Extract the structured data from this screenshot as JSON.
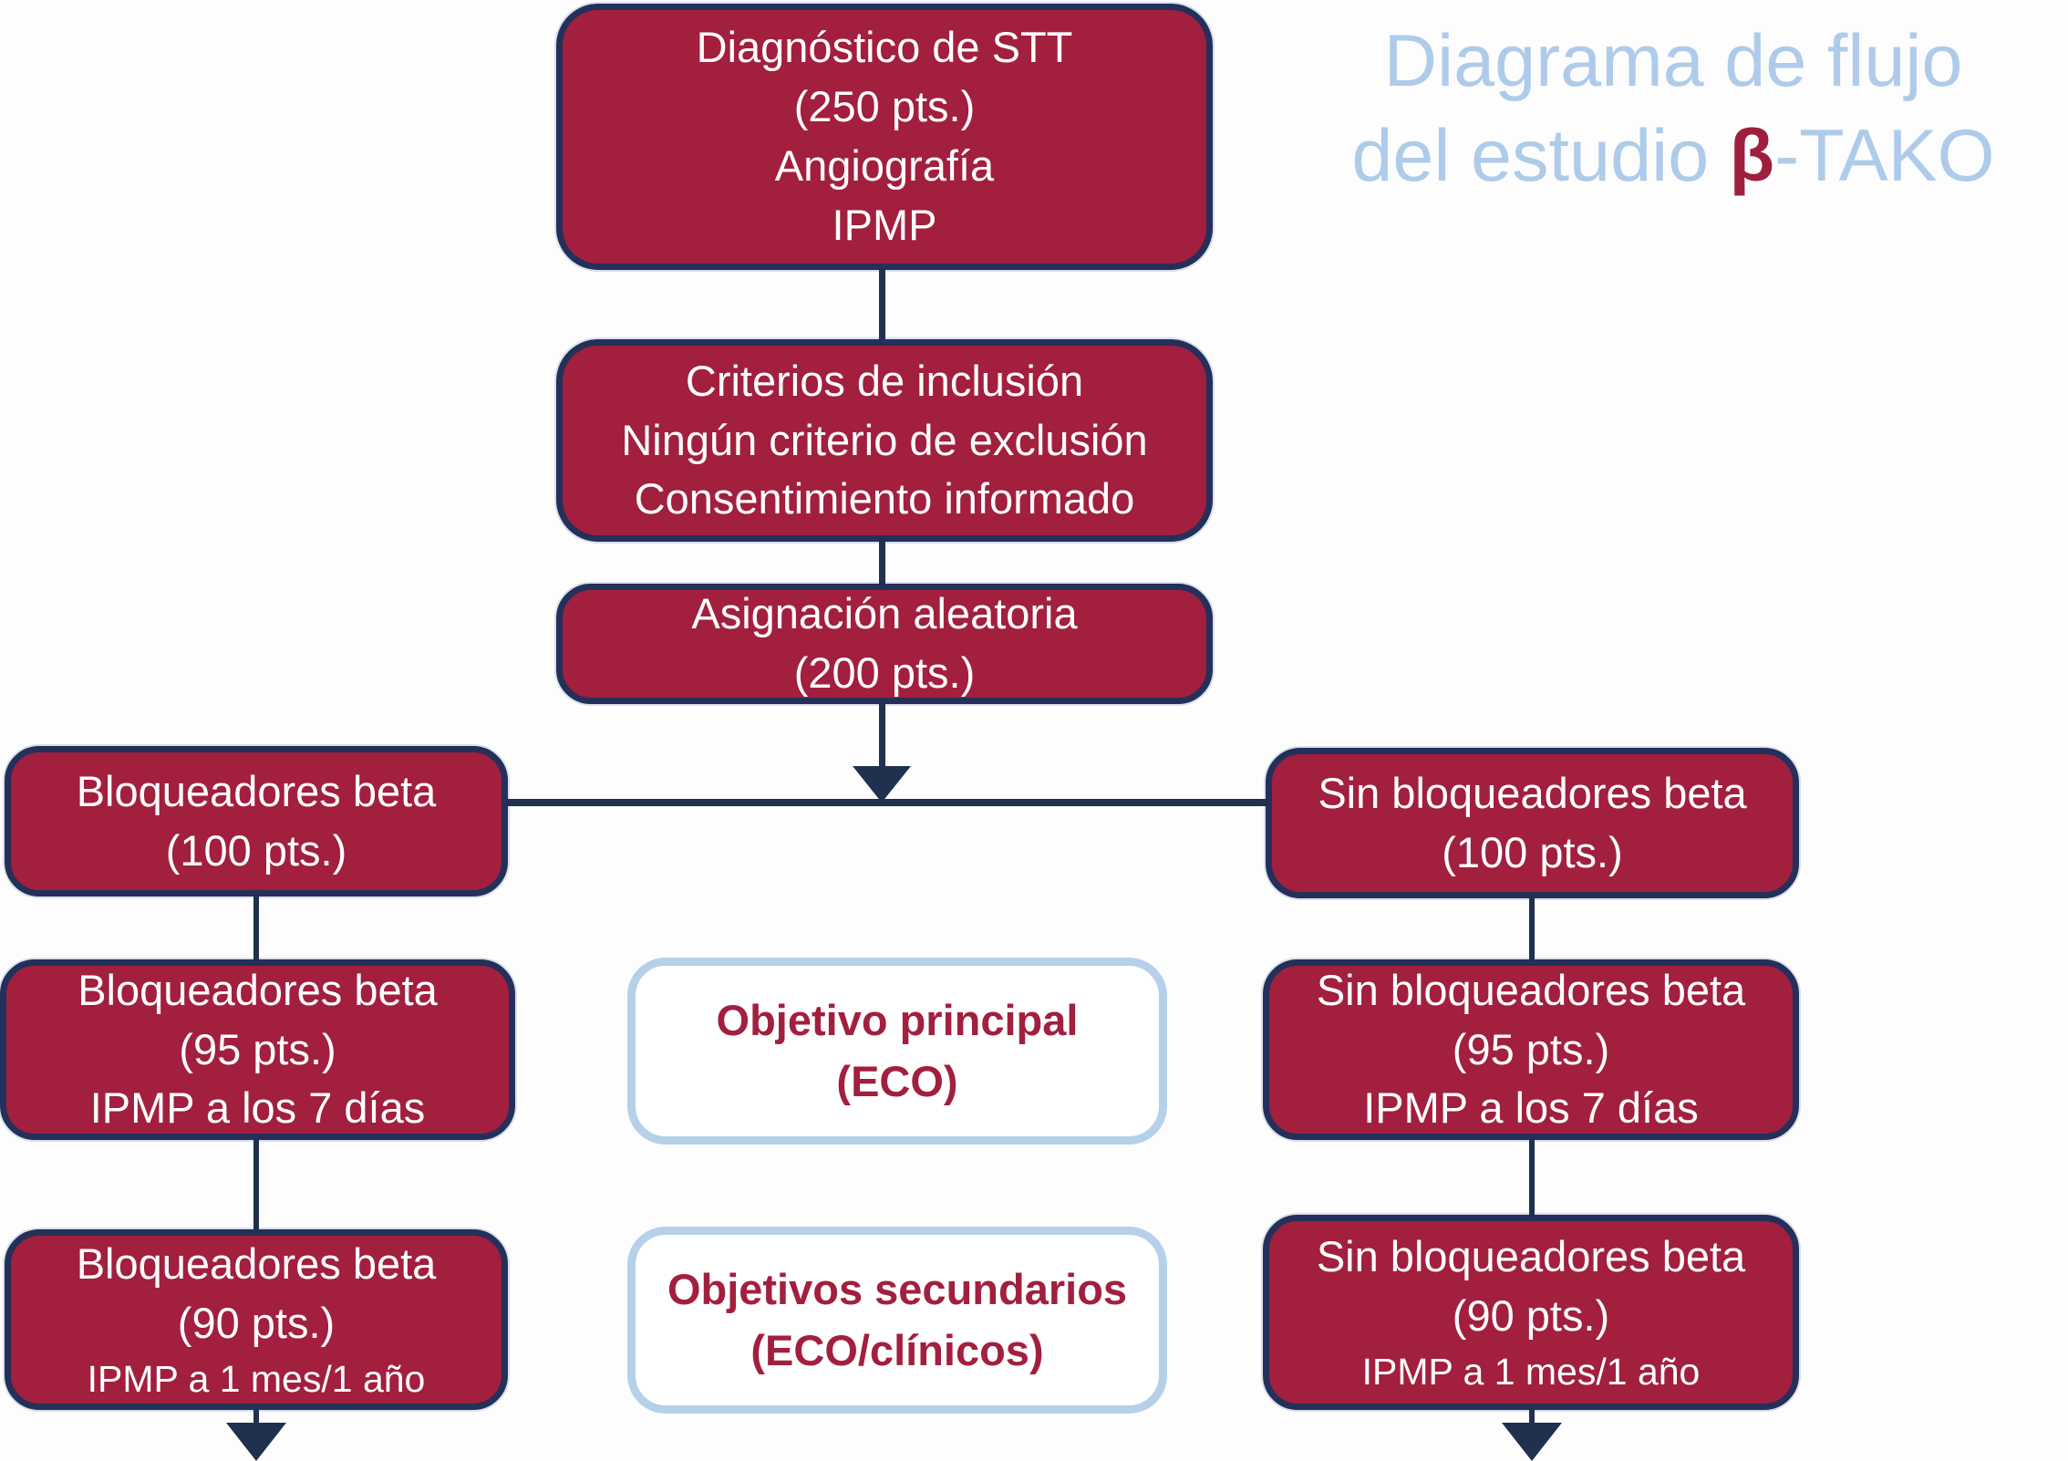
{
  "title": {
    "line1": "Diagrama de flujo",
    "line2_prefix": "del estudio ",
    "beta": "β",
    "line2_suffix": "-TAKO"
  },
  "flow": {
    "top": {
      "lines": [
        "Diagnóstico de STT",
        "(250 pts.)",
        "Angiografía",
        "IPMP"
      ]
    },
    "criteria": {
      "lines": [
        "Criterios de inclusión",
        "Ningún criterio de exclusión",
        "Consentimiento informado"
      ]
    },
    "randomization": {
      "lines": [
        "Asignación aleatoria",
        "(200 pts.)"
      ]
    },
    "left_arm": [
      {
        "lines": [
          "Bloqueadores beta",
          "(100 pts.)"
        ]
      },
      {
        "lines": [
          "Bloqueadores beta",
          "(95 pts.)",
          "IPMP a los 7 días"
        ]
      },
      {
        "lines": [
          "Bloqueadores beta",
          "(90 pts.)",
          "IPMP a 1 mes/1 año"
        ]
      }
    ],
    "right_arm": [
      {
        "lines": [
          "Sin bloqueadores beta",
          "(100 pts.)"
        ]
      },
      {
        "lines": [
          "Sin bloqueadores beta",
          "(95 pts.)",
          "IPMP a los 7 días"
        ]
      },
      {
        "lines": [
          "Sin bloqueadores beta",
          "(90 pts.)",
          "IPMP a 1 mes/1 año"
        ]
      }
    ],
    "objectives": [
      {
        "lines": [
          "Objetivo principal",
          "(ECO)"
        ]
      },
      {
        "lines": [
          "Objetivos secundarios",
          "(ECO/clínicos)"
        ]
      }
    ]
  },
  "colors": {
    "box_fill": "#a21f3e",
    "box_border": "#24305a",
    "connector": "#20304f",
    "title_blue": "#aecbea",
    "beta_red": "#9e1f3d",
    "objective_border": "#b6d0ea",
    "objective_text": "#a21f3e",
    "page_bg": "#fdfdfe"
  }
}
